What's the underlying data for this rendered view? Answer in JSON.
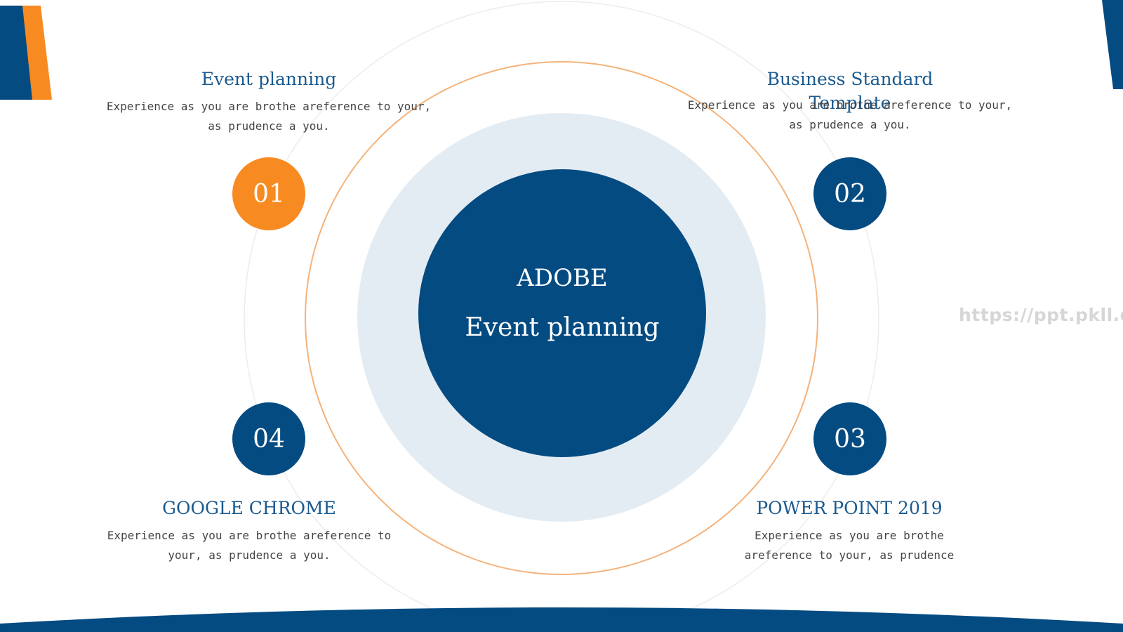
{
  "colors": {
    "primary_blue": "#044b82",
    "accent_orange": "#f88a22",
    "light_ring": "#e4ecf3",
    "title_blue": "#1a5a8f"
  },
  "center": {
    "title": "ADOBE",
    "subtitle": "Event planning"
  },
  "items": [
    {
      "number": "01",
      "title": "Event planning",
      "description": "Experience as you are brothe areference to your, as prudence a you."
    },
    {
      "number": "02",
      "title": "Business Standard Template",
      "description": "Experience as you are brothe areference to your, as prudence a you."
    },
    {
      "number": "03",
      "title": "POWER POINT 2019",
      "description": "Experience as you are brothe areference to your, as prudence"
    },
    {
      "number": "04",
      "title": "GOOGLE CHROME",
      "description": "Experience as you are brothe areference to your, as prudence a you."
    }
  ],
  "watermark": "https://ppt.pkll.de"
}
